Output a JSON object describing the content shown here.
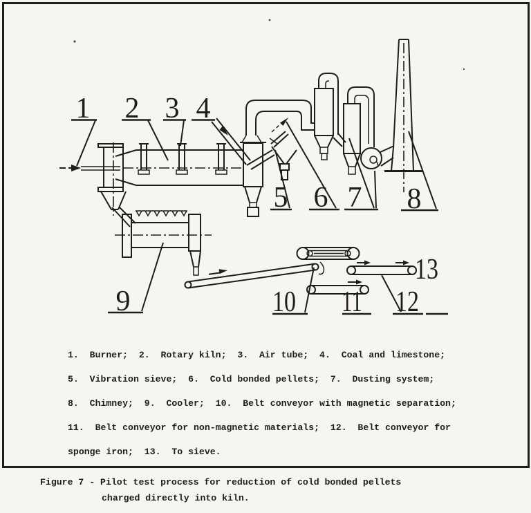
{
  "colors": {
    "paper": "#f7f5f1",
    "ink": "#1e1d1b"
  },
  "diagram": {
    "title_implied": "Pilot test process flow diagram",
    "callouts": [
      "1",
      "2",
      "3",
      "4",
      "5",
      "6",
      "7",
      "8",
      "9",
      "10",
      "11",
      "12",
      "13"
    ]
  },
  "legend": {
    "lines": [
      "1.  Burner;  2.  Rotary kiln;  3.  Air tube;  4.  Coal and limestone;",
      "5.  Vibration sieve;  6.  Cold bonded pellets;  7.  Dusting system;",
      "8.  Chimney;  9.  Cooler;  10.  Belt conveyor with magnetic separation;",
      "11.  Belt conveyor for non-magnetic materials;  12.  Belt conveyor for",
      "sponge iron;  13.  To sieve."
    ],
    "items": [
      {
        "n": "1",
        "label": "Burner"
      },
      {
        "n": "2",
        "label": "Rotary kiln"
      },
      {
        "n": "3",
        "label": "Air tube"
      },
      {
        "n": "4",
        "label": "Coal and limestone"
      },
      {
        "n": "5",
        "label": "Vibration sieve"
      },
      {
        "n": "6",
        "label": "Cold bonded pellets"
      },
      {
        "n": "7",
        "label": "Dusting system"
      },
      {
        "n": "8",
        "label": "Chimney"
      },
      {
        "n": "9",
        "label": "Cooler"
      },
      {
        "n": "10",
        "label": "Belt conveyor with magnetic separation"
      },
      {
        "n": "11",
        "label": "Belt conveyor for non-magnetic materials"
      },
      {
        "n": "12",
        "label": "Belt conveyor for sponge iron"
      },
      {
        "n": "13",
        "label": "To sieve"
      }
    ]
  },
  "caption": {
    "line1": "Figure 7 - Pilot test process for reduction of cold bonded pellets",
    "line2": "charged directly into kiln."
  }
}
